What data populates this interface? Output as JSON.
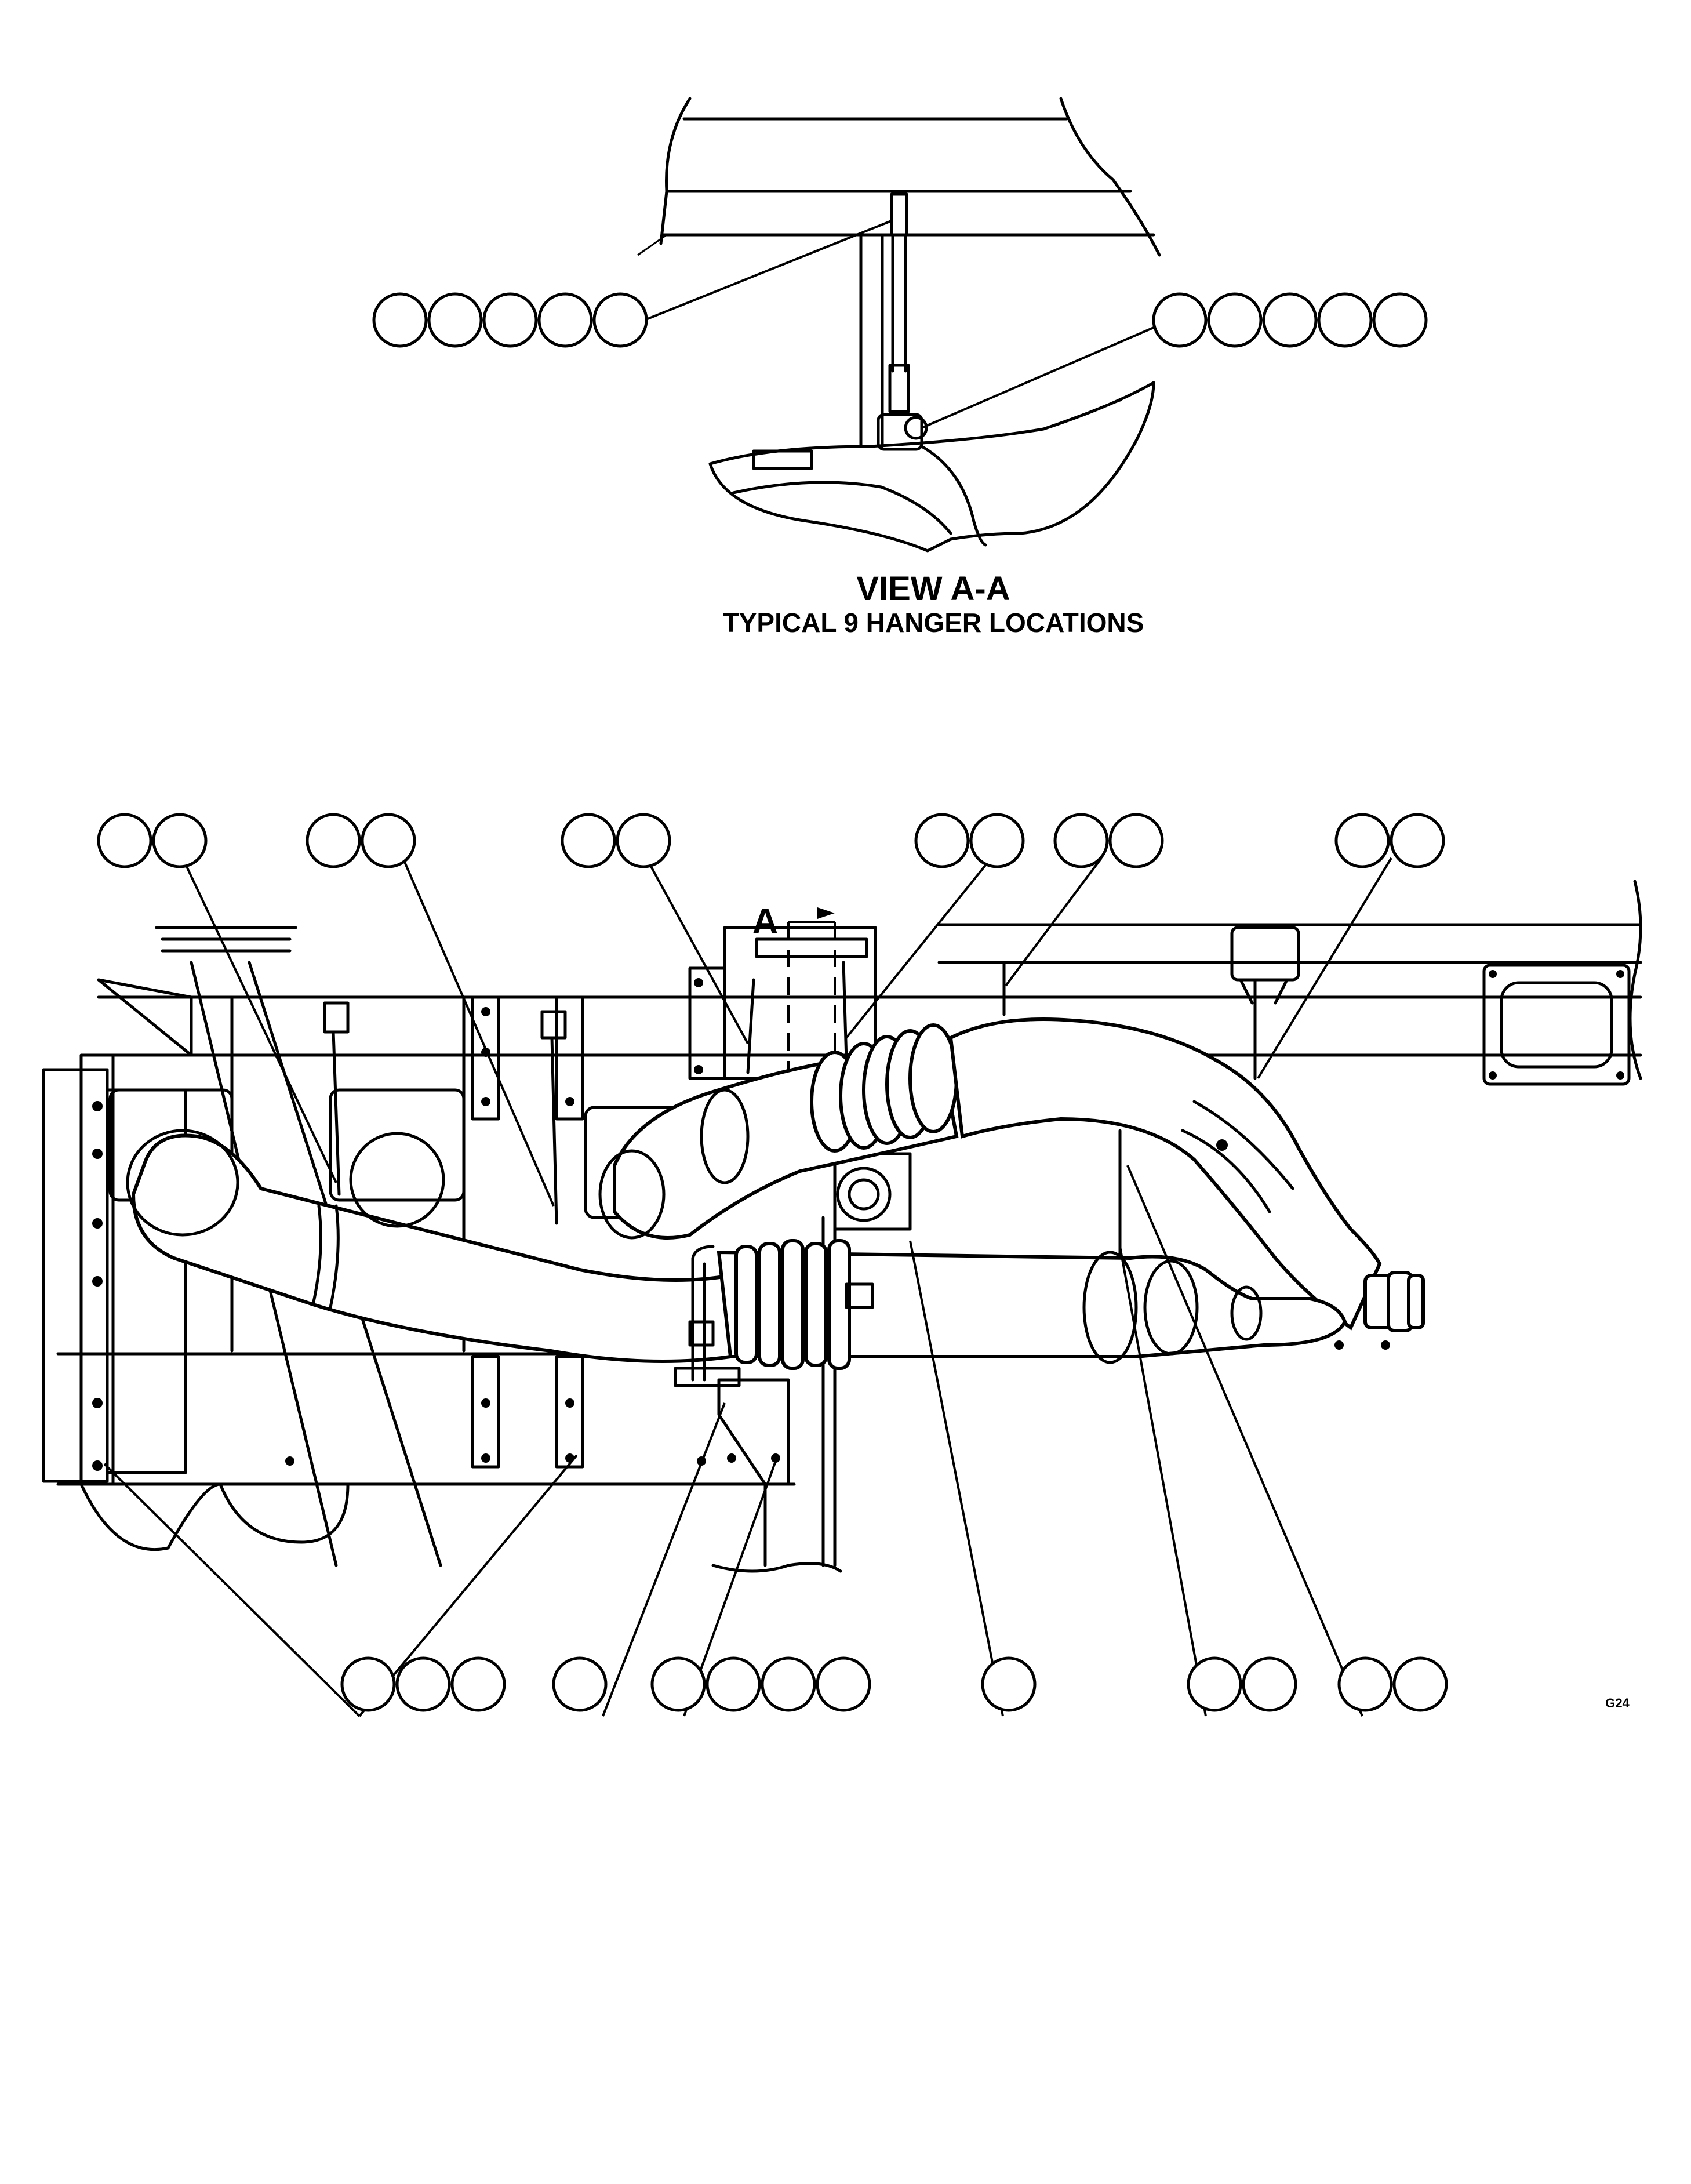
{
  "view_title": "VIEW A-A",
  "view_subtitle": "TYPICAL 9 HANGER LOCATIONS",
  "section_marker_top": "A",
  "section_marker_bottom": "A",
  "figure_code": "G24"
}
